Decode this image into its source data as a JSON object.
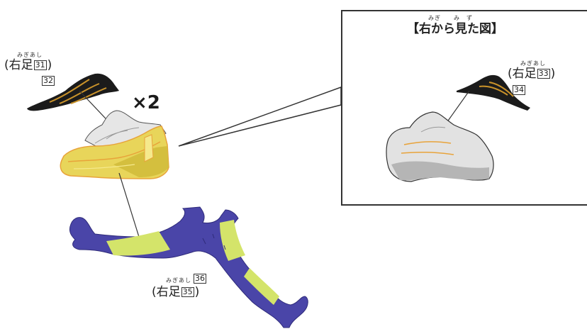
{
  "multiplier": "×2",
  "right_view": {
    "title_ruby": "みぎ　　み　ず",
    "title": "【右から見た図】"
  },
  "labels": {
    "l1": {
      "ruby": "みぎあし",
      "open": "(右足",
      "num": "31",
      "close": ")",
      "sub": "32"
    },
    "l2": {
      "ruby": "みぎあし",
      "open": "(右足",
      "num": "33",
      "close": ")",
      "sub": "34"
    },
    "l3": {
      "ruby": "みぎあし",
      "top": "36",
      "open": "(右足",
      "num": "35",
      "close": ")"
    }
  },
  "colors": {
    "yellow": "#e8d55a",
    "yellow_light": "#f5e98c",
    "orange_line": "#e8a33a",
    "navy": "#4a45a8",
    "lime": "#d4e46a",
    "black": "#1b1b1b",
    "gold": "#c9922a"
  }
}
